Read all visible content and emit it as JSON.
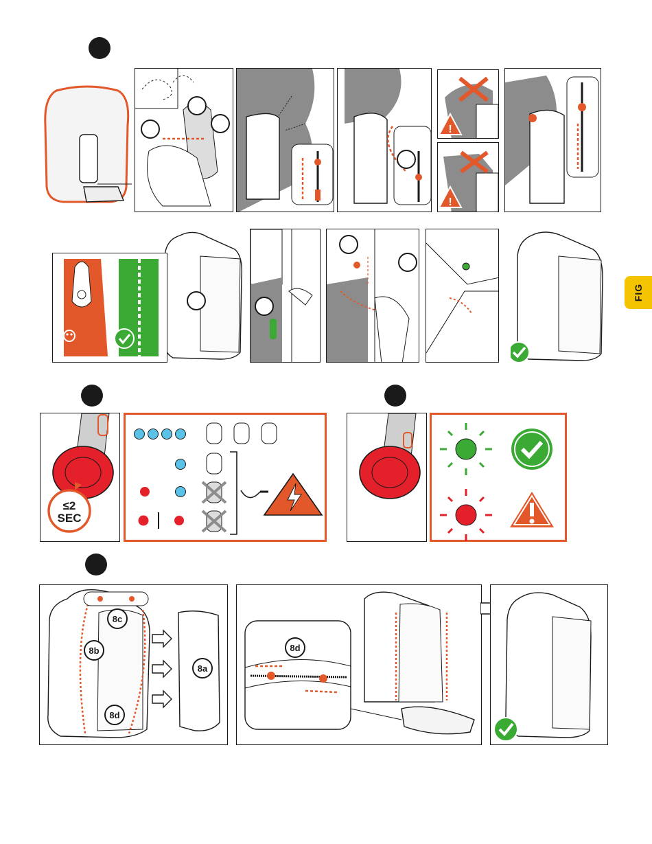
{
  "side_tab": {
    "label": "FIG"
  },
  "section_7": {
    "timer_line1": "≤2",
    "timer_line2": "SEC"
  },
  "section_8": {
    "labels": {
      "a": "8a",
      "b": "8b",
      "c": "8c",
      "d": "8d"
    }
  },
  "colors": {
    "accent_orange": "#e2582b",
    "ok_green": "#3aaa35",
    "led_blue": "#5bc2e7",
    "led_red": "#e4202a",
    "tab_yellow": "#f5c400",
    "ink": "#1a1a1a",
    "shade_gray": "#8c8c8c"
  },
  "icons": [
    "warning-triangle-icon",
    "check-circle-icon",
    "cross-mark-icon",
    "skull-icon",
    "electric-hazard-icon",
    "plug-icon",
    "zipper-icon"
  ]
}
